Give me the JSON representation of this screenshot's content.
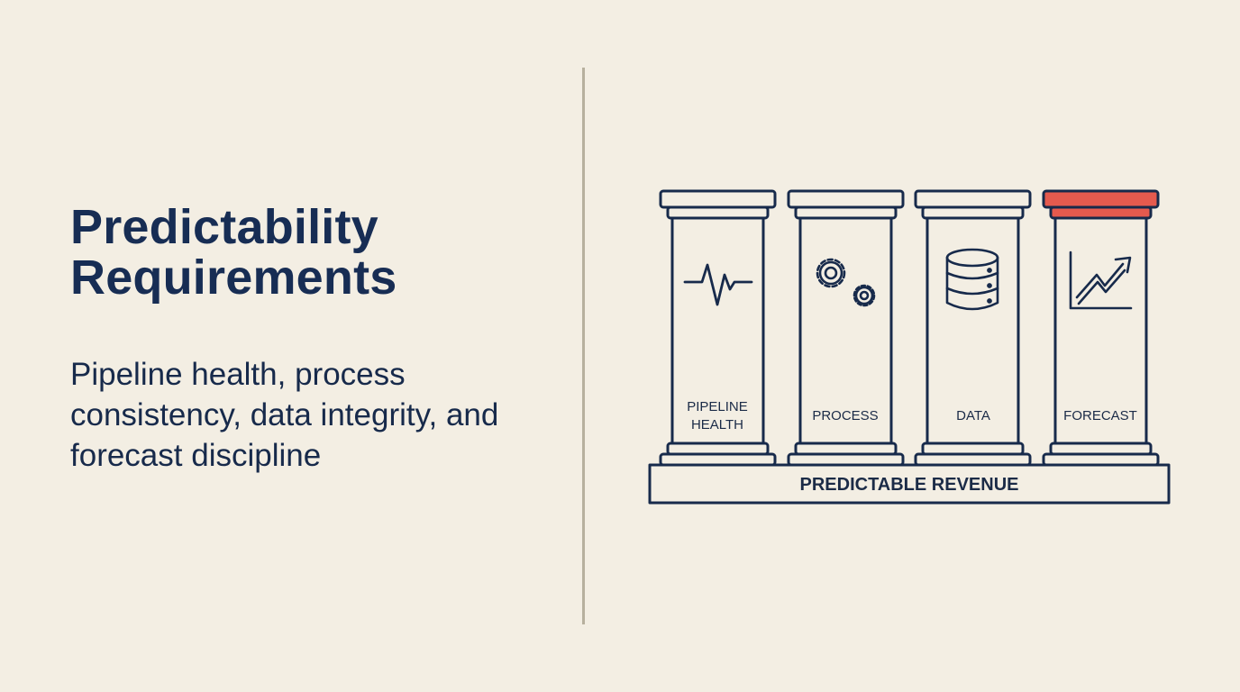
{
  "slide": {
    "title_line1": "Predictability",
    "title_line2": "Requirements",
    "subtitle": "Pipeline health, process consistency, data integrity, and forecast discipline"
  },
  "diagram": {
    "pillars": [
      {
        "label_line1": "PIPELINE",
        "label_line2": "HEALTH",
        "icon": "heartbeat-icon",
        "highlighted": false
      },
      {
        "label_line1": "PROCESS",
        "label_line2": "",
        "icon": "gears-icon",
        "highlighted": false
      },
      {
        "label_line1": "DATA",
        "label_line2": "",
        "icon": "database-icon",
        "highlighted": false
      },
      {
        "label_line1": "FORECAST",
        "label_line2": "",
        "icon": "trend-chart-icon",
        "highlighted": true
      }
    ],
    "base_label": "PREDICTABLE REVENUE",
    "colors": {
      "stroke": "#172a4b",
      "fill": "#f3eee3",
      "highlight": "#e55a4e",
      "divider": "#b7b09e"
    }
  }
}
